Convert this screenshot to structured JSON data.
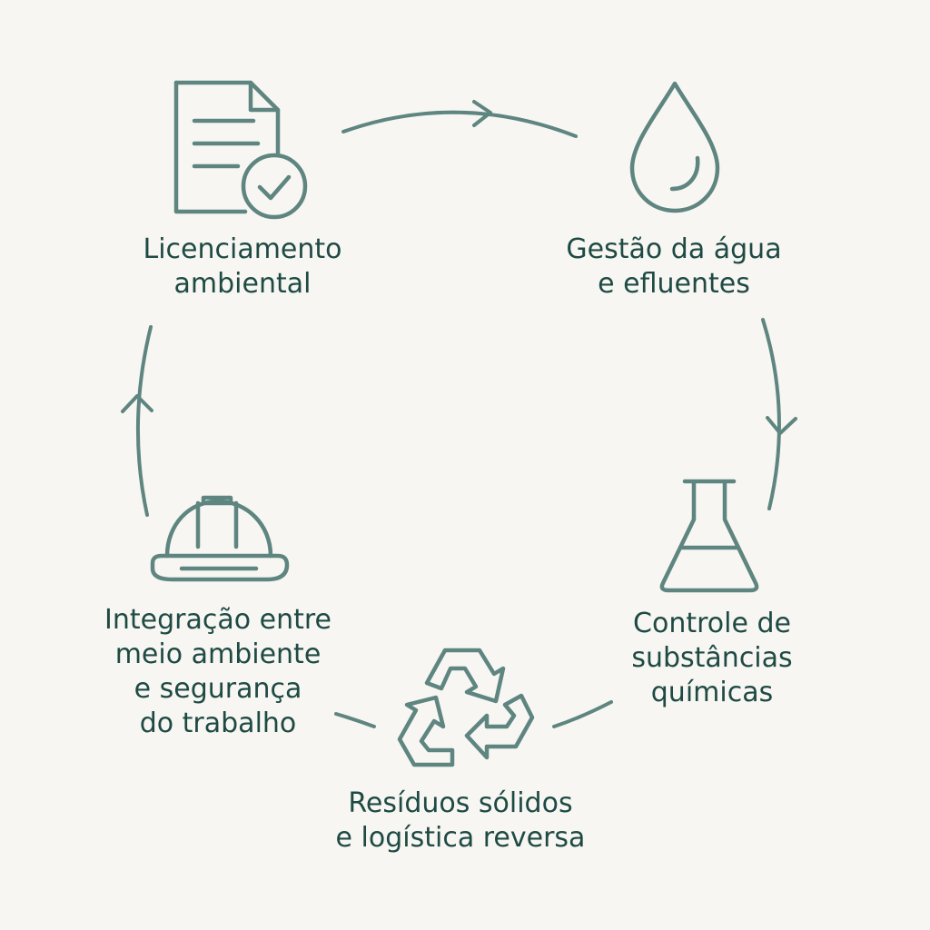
{
  "diagram": {
    "colors": {
      "background": "#f7f6f2",
      "stroke": "#5f8580",
      "text": "#1f4a44"
    },
    "steps": [
      {
        "id": "licenciamento",
        "icon": "document-check-icon",
        "lines": [
          "Licenciamento",
          "ambiental"
        ]
      },
      {
        "id": "agua",
        "icon": "water-drop-icon",
        "lines": [
          "Gestão da água",
          "e efluentes"
        ]
      },
      {
        "id": "substancias",
        "icon": "flask-icon",
        "lines": [
          "Controle de",
          "substâncias",
          "químicas"
        ]
      },
      {
        "id": "residuos",
        "icon": "recycle-icon",
        "lines": [
          "Resíduos sólidos",
          "e logística reversa"
        ]
      },
      {
        "id": "integracao",
        "icon": "hard-hat-icon",
        "lines": [
          "Integração entre",
          "meio ambiente",
          "e segurança",
          "do trabalho"
        ]
      }
    ]
  }
}
